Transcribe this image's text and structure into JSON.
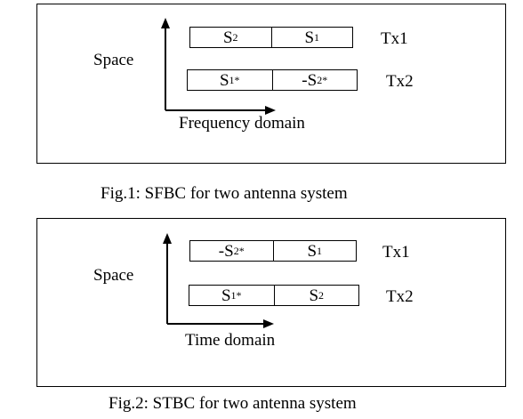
{
  "fig1": {
    "space_label": "Space",
    "axis_label": "Frequency domain",
    "tx1_label": "Tx1",
    "tx2_label": "Tx2",
    "tx1_cells": [
      {
        "prefix": "",
        "base": "S",
        "sub": "2",
        "sup": ""
      },
      {
        "prefix": "",
        "base": "S",
        "sub": "1",
        "sup": ""
      }
    ],
    "tx2_cells": [
      {
        "prefix": "",
        "base": "S",
        "sub": "1",
        "sup": "*"
      },
      {
        "prefix": "-",
        "base": "S",
        "sub": "2",
        "sup": "*"
      }
    ],
    "caption": "Fig.1: SFBC for two antenna system"
  },
  "fig2": {
    "space_label": "Space",
    "axis_label": "Time domain",
    "tx1_label": "Tx1",
    "tx2_label": "Tx2",
    "tx1_cells": [
      {
        "prefix": "-",
        "base": "S",
        "sub": "2",
        "sup": "*"
      },
      {
        "prefix": "",
        "base": "S",
        "sub": "1",
        "sup": ""
      }
    ],
    "tx2_cells": [
      {
        "prefix": "",
        "base": "S",
        "sub": "1",
        "sup": "*"
      },
      {
        "prefix": "",
        "base": "S",
        "sub": "2",
        "sup": ""
      }
    ],
    "caption": "Fig.2: STBC for two antenna system"
  }
}
